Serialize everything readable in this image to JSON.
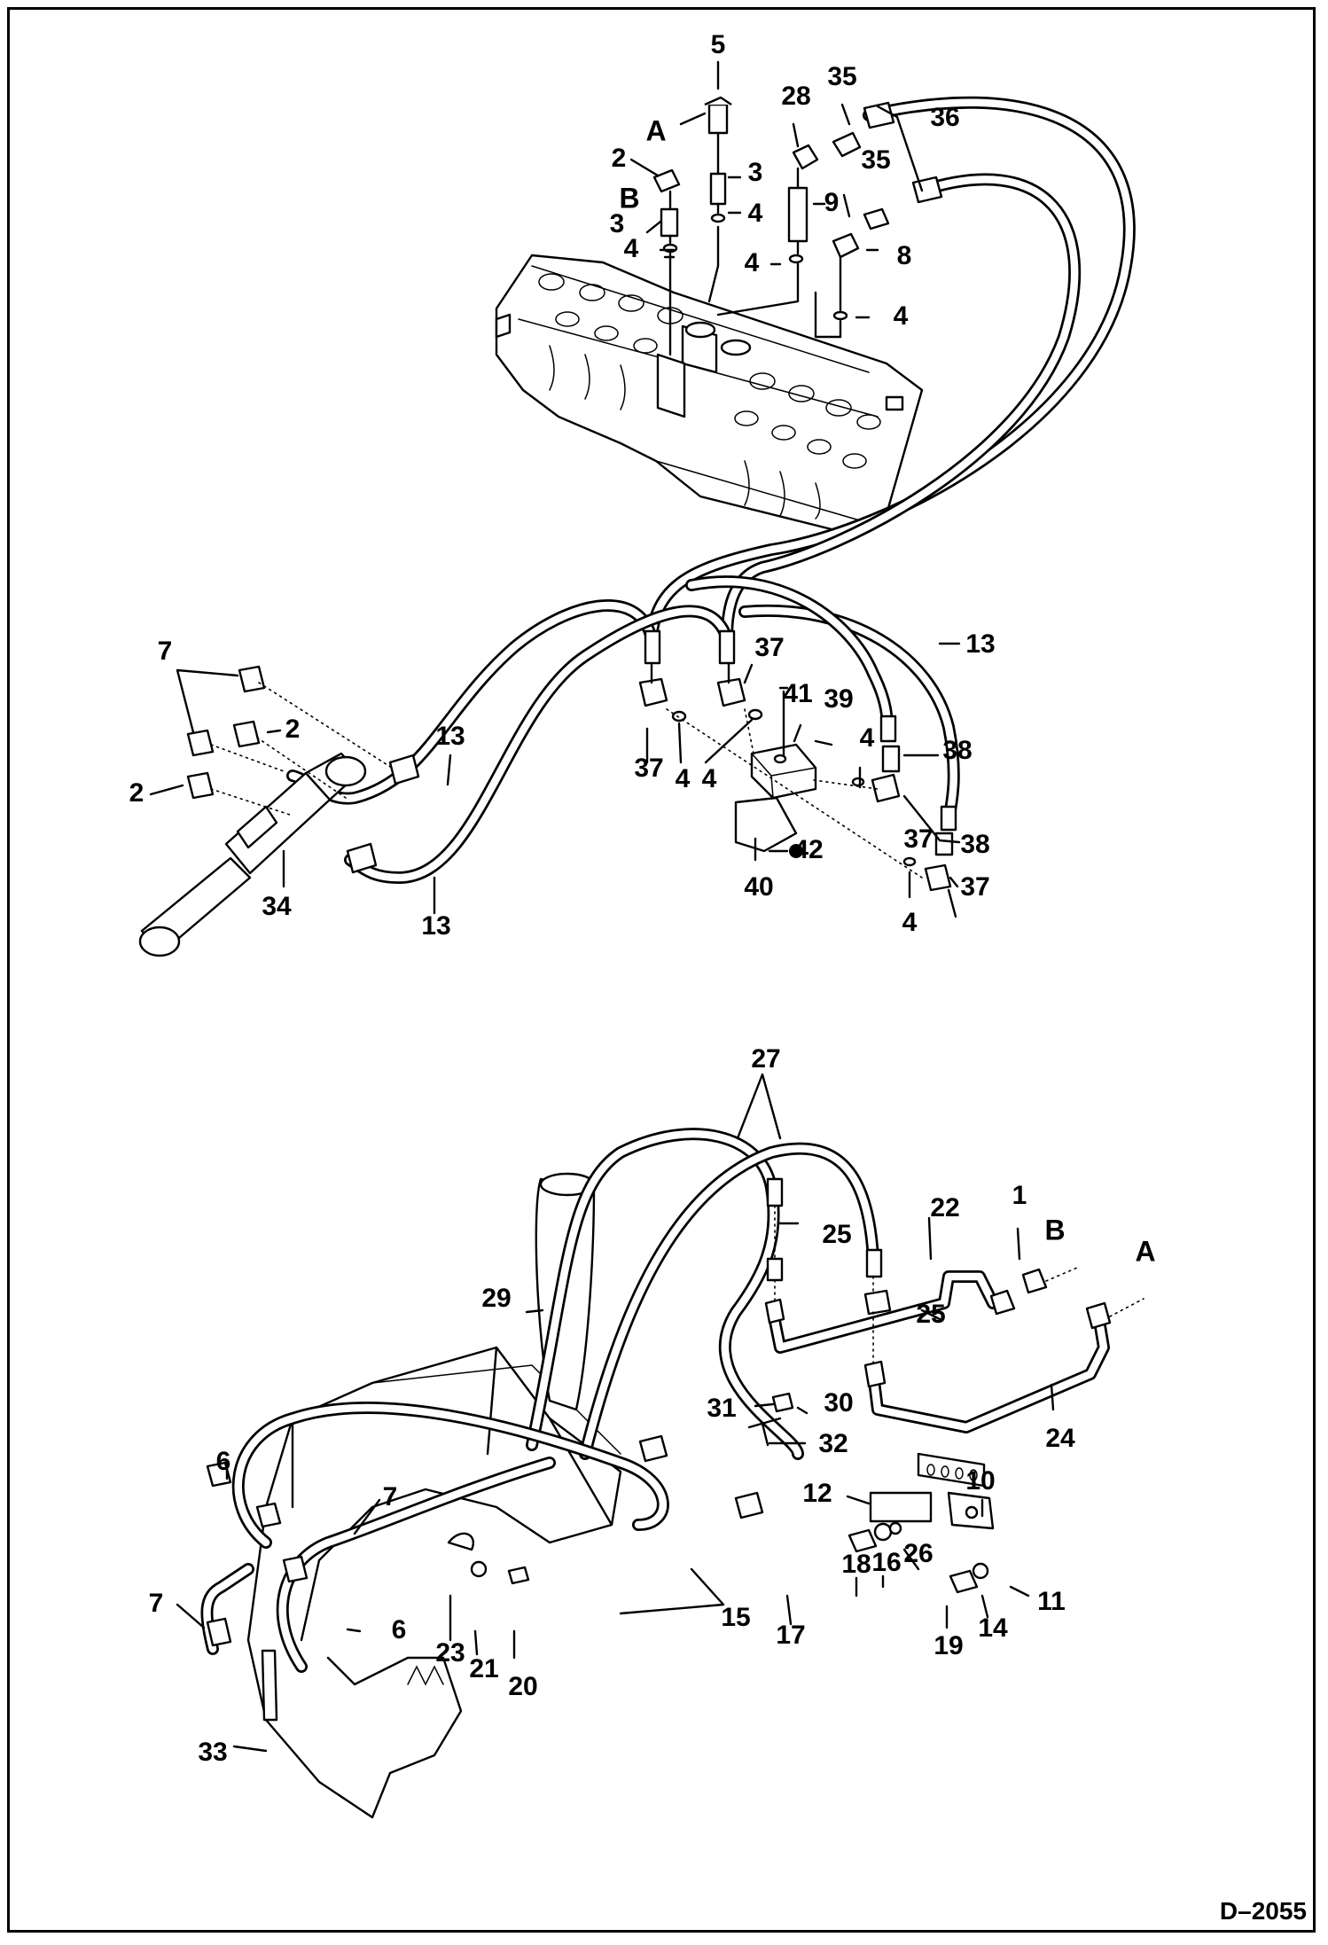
{
  "drawing_number": "D–2055",
  "callouts": {
    "upper": {
      "n5": "5",
      "nA": "A",
      "n2a": "2",
      "n3a": "3",
      "n3b": "3",
      "nB": "B",
      "n4a": "4",
      "n4b": "4",
      "n4c": "4",
      "n28": "28",
      "n35a": "35",
      "n35b": "35",
      "n36": "36",
      "n9": "9",
      "n8": "8",
      "n4d": "4",
      "n7": "7",
      "n2b": "2",
      "n2c": "2",
      "n13a": "13",
      "n13b": "13",
      "n13c": "13",
      "n34": "34",
      "n37a": "37",
      "n37b": "37",
      "n37c": "37",
      "n37d": "37",
      "n4e": "4",
      "n4f": "4",
      "n4g": "4",
      "n4h": "4",
      "n41": "41",
      "n39": "39",
      "n38a": "38",
      "n38b": "38",
      "n40": "40",
      "n42": "42"
    },
    "lower": {
      "n27": "27",
      "n1": "1",
      "nB": "B",
      "nA": "A",
      "n22": "22",
      "n25a": "25",
      "n25b": "25",
      "n29": "29",
      "n24": "24",
      "n31": "31",
      "n30": "30",
      "n32": "32",
      "n10": "10",
      "n12": "12",
      "n6a": "6",
      "n6b": "6",
      "n7a": "7",
      "n7b": "7",
      "n15": "15",
      "n17": "17",
      "n18": "18",
      "n16": "16",
      "n26": "26",
      "n11": "11",
      "n14": "14",
      "n19": "19",
      "n23": "23",
      "n21": "21",
      "n20": "20",
      "n33": "33"
    }
  }
}
